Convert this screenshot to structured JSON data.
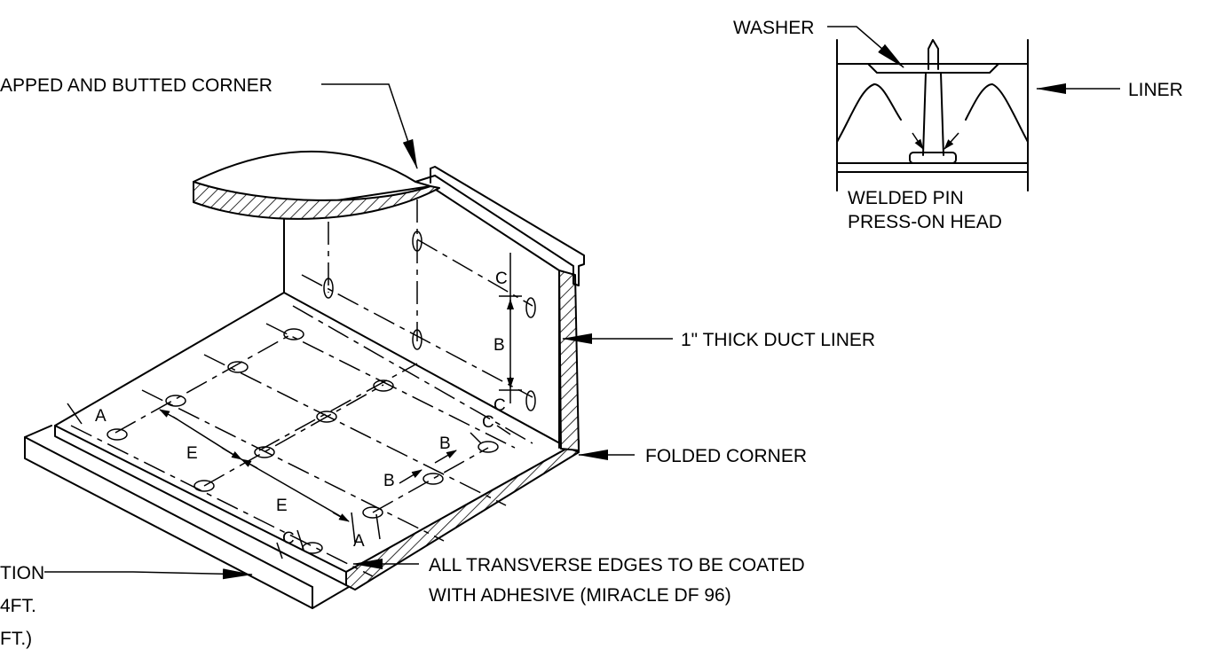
{
  "callouts": {
    "lapped_corner": "APPED AND BUTTED CORNER",
    "washer": "WASHER",
    "liner": "LINER",
    "welded_pin": "WELDED PIN",
    "press_on_head": "PRESS-ON HEAD",
    "duct_liner": "1\" THICK DUCT LINER",
    "folded_corner": "FOLDED CORNER",
    "adhesive_line1": "ALL TRANSVERSE EDGES TO BE COATED",
    "adhesive_line2": "WITH ADHESIVE (MIRACLE DF 96)",
    "left_line1": "TION",
    "left_line2": "4FT.",
    "left_line3": "FT.)"
  },
  "dimension_labels": {
    "a": "A",
    "b": "B",
    "c": "C",
    "e": "E"
  }
}
